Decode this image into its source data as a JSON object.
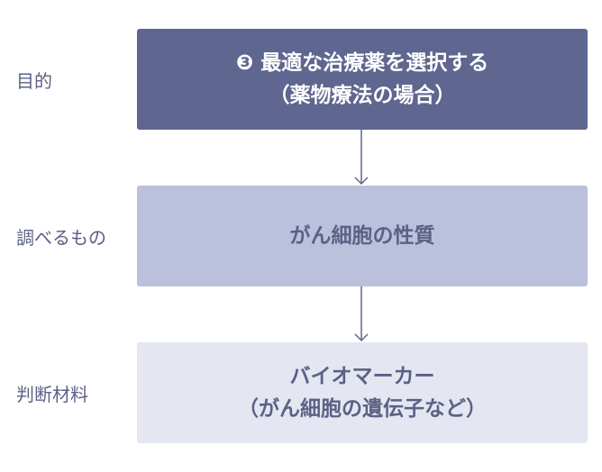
{
  "rows": [
    {
      "label": "目的",
      "box_line1": "❸ 最適な治療薬を選択する",
      "box_line2": "（薬物療法の場合）"
    },
    {
      "label": "調べるもの",
      "box_line1": "がん細胞の性質"
    },
    {
      "label": "判断材料",
      "box_line1": "バイオマーカー",
      "box_line2": "（がん細胞の遺伝子など）"
    }
  ],
  "colors": {
    "box1_fill": "#5f668f",
    "box2_fill": "#bbc0dc",
    "box3_fill": "#e4e6f2",
    "text_dark": "#5c6185",
    "arrow": "#5f668f"
  }
}
